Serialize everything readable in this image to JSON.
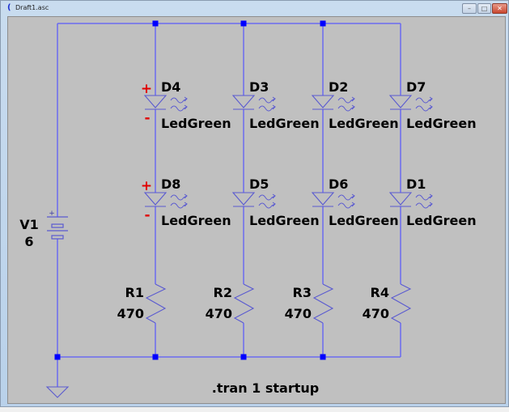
{
  "window": {
    "title": "Draft1.asc",
    "controls": {
      "minimize": "–",
      "maximize": "□",
      "close": "✕"
    }
  },
  "colors": {
    "wire": "#6a6af0",
    "junction": "#0000ff",
    "component": "#5a5ad0",
    "canvas": "#c0c0c0",
    "polarity": "#e00000"
  },
  "schematic": {
    "source": {
      "ref": "V1",
      "value": "6",
      "plus": "+"
    },
    "rows": [
      {
        "diodes": [
          {
            "ref": "D4",
            "model": "LedGreen",
            "polarity_marks": true
          },
          {
            "ref": "D3",
            "model": "LedGreen",
            "polarity_marks": false
          },
          {
            "ref": "D2",
            "model": "LedGreen",
            "polarity_marks": false
          },
          {
            "ref": "D7",
            "model": "LedGreen",
            "polarity_marks": false
          }
        ]
      },
      {
        "diodes": [
          {
            "ref": "D8",
            "model": "LedGreen",
            "polarity_marks": true
          },
          {
            "ref": "D5",
            "model": "LedGreen",
            "polarity_marks": false
          },
          {
            "ref": "D6",
            "model": "LedGreen",
            "polarity_marks": false
          },
          {
            "ref": "D1",
            "model": "LedGreen",
            "polarity_marks": false
          }
        ]
      }
    ],
    "resistors": [
      {
        "ref": "R1",
        "value": "470"
      },
      {
        "ref": "R2",
        "value": "470"
      },
      {
        "ref": "R3",
        "value": "470"
      },
      {
        "ref": "R4",
        "value": "470"
      }
    ],
    "polarity": {
      "plus": "+",
      "minus": "-"
    },
    "directive": ".tran 1 startup"
  }
}
